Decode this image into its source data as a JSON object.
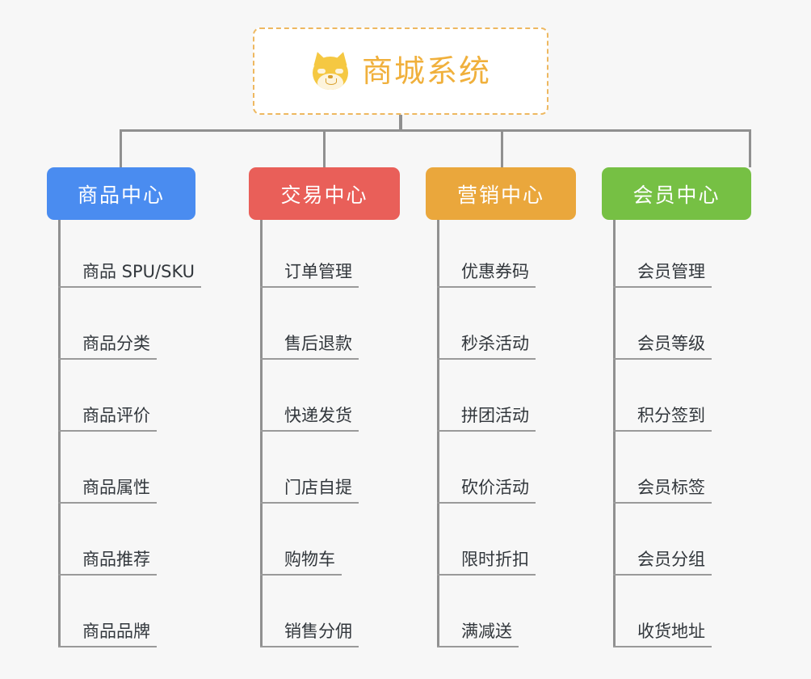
{
  "diagram": {
    "type": "org-chart-mindmap",
    "background_color": "#f7f7f7",
    "root": {
      "label": "商城系统",
      "icon": "shiba-dog-emoji",
      "text_color": "#f0b03c",
      "border_color": "#eeb860",
      "background_color": "#ffffff"
    },
    "connector_color": "#909090",
    "branches": [
      {
        "label": "商品中心",
        "color": "#4a8cf0",
        "items": [
          "商品 SPU/SKU",
          "商品分类",
          "商品评价",
          "商品属性",
          "商品推荐",
          "商品品牌"
        ]
      },
      {
        "label": "交易中心",
        "color": "#e95f59",
        "items": [
          "订单管理",
          "售后退款",
          "快递发货",
          "门店自提",
          "购物车",
          "销售分佣"
        ]
      },
      {
        "label": "营销中心",
        "color": "#eaa73c",
        "items": [
          "优惠券码",
          "秒杀活动",
          "拼团活动",
          "砍价活动",
          "限时折扣",
          "满减送"
        ]
      },
      {
        "label": "会员中心",
        "color": "#76c044",
        "items": [
          "会员管理",
          "会员等级",
          "积分签到",
          "会员标签",
          "会员分组",
          "收货地址"
        ]
      }
    ]
  }
}
